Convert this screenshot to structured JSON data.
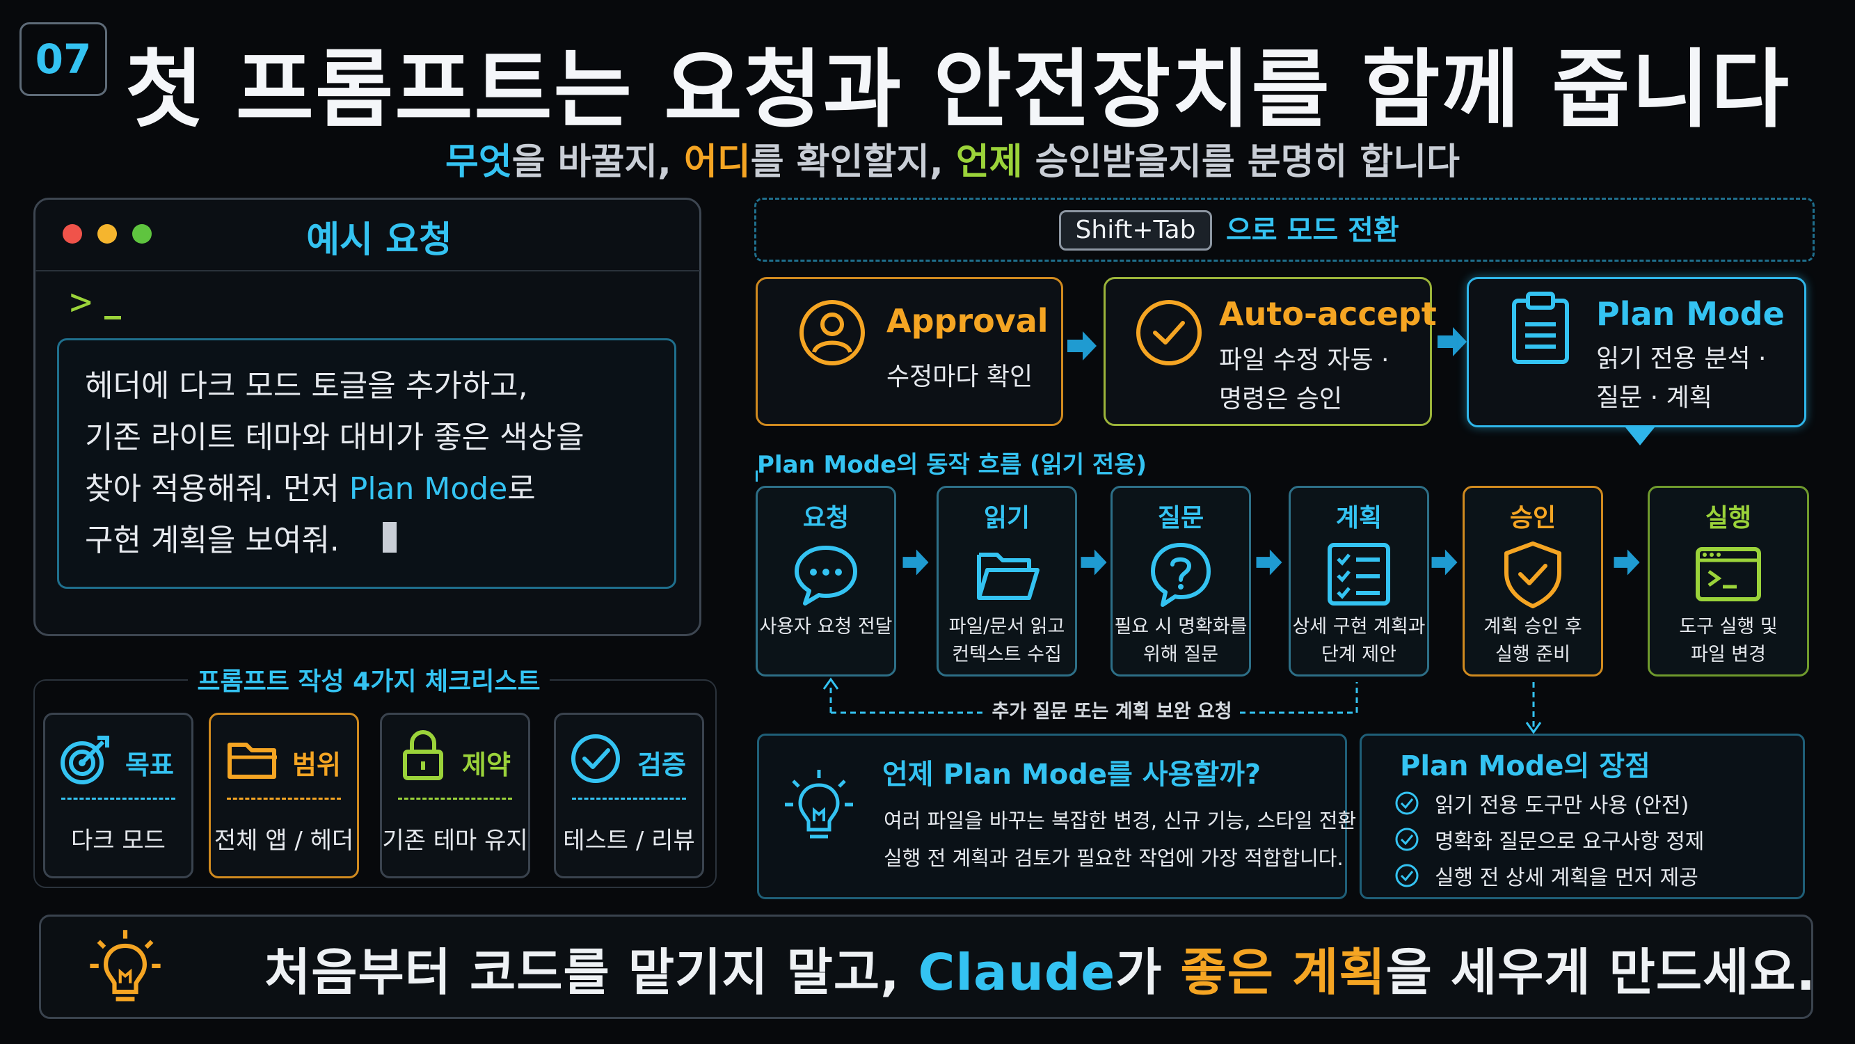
{
  "header": {
    "badge": "07",
    "title": "첫 프롬프트는 요청과 안전장치를 함께 줍니다",
    "subtitle": {
      "part1": "무엇",
      "part2": "을 바꿀지, ",
      "part3": "어디",
      "part4": "를 확인할지, ",
      "part5": "언제",
      "part6": " 승인받을지를 분명히 합니다"
    }
  },
  "terminal": {
    "title": "예시 요청",
    "prompt": ">_",
    "request_lines": [
      "헤더에 다크 모드 토글을 추가하고,",
      "기존 라이트 테마와 대비가 좋은 색상을",
      "찾아 적용해줘. 먼저 ",
      "Plan Mode",
      "로",
      "구현 계획을 보여줘."
    ]
  },
  "checklist": {
    "title": "프롬프트 작성 4가지 체크리스트",
    "items": [
      {
        "label": "목표",
        "value": "다크 모드",
        "icon": "target-icon"
      },
      {
        "label": "범위",
        "value": "전체 앱 / 헤더",
        "icon": "folder-icon"
      },
      {
        "label": "제약",
        "value": "기존 테마 유지",
        "icon": "lock-icon"
      },
      {
        "label": "검증",
        "value": "테스트 / 리뷰",
        "icon": "check-circle-icon"
      }
    ]
  },
  "mode_switch": {
    "key": "Shift+Tab",
    "label": "으로 모드 전환"
  },
  "modes": [
    {
      "title": "Approval",
      "desc1": "수정마다 확인",
      "desc2": "",
      "icon": "user-icon"
    },
    {
      "title": "Auto-accept",
      "desc1": "파일 수정 자동 ·",
      "desc2": "명령은 승인",
      "icon": "check-circle-icon"
    },
    {
      "title": "Plan Mode",
      "desc1": "읽기 전용 분석 ·",
      "desc2": "질문 · 계획",
      "icon": "clipboard-icon"
    }
  ],
  "flow": {
    "label": "Plan Mode의 동작 흐름 (읽기 전용)",
    "steps": [
      {
        "title": "요청",
        "desc1": "사용자 요청 전달",
        "desc2": "",
        "icon": "chat-bubble-icon"
      },
      {
        "title": "읽기",
        "desc1": "파일/문서 읽고",
        "desc2": "컨텍스트 수집",
        "icon": "open-folder-icon"
      },
      {
        "title": "질문",
        "desc1": "필요 시 명확화를",
        "desc2": "위해 질문",
        "icon": "question-icon"
      },
      {
        "title": "계획",
        "desc1": "상세 구현 계획과",
        "desc2": "단계 제안",
        "icon": "checklist-icon"
      },
      {
        "title": "승인",
        "desc1": "계획 승인 후",
        "desc2": "실행 준비",
        "icon": "shield-check-icon"
      },
      {
        "title": "실행",
        "desc1": "도구 실행 및",
        "desc2": "파일 변경",
        "icon": "terminal-window-icon"
      }
    ],
    "loop_label": "추가 질문 또는 계획 보완 요청"
  },
  "when": {
    "title": "언제 Plan Mode를 사용할까?",
    "line1": "여러 파일을 바꾸는 복잡한 변경, 신규 기능, 스타일 전환 등",
    "line2": "실행 전 계획과 검토가 필요한 작업에 가장 적합합니다."
  },
  "benefits": {
    "title": "Plan Mode의 장점",
    "items": [
      "읽기 전용 도구만 사용 (안전)",
      "명확화 질문으로 요구사항 정제",
      "실행 전 상세 계획을 먼저 제공"
    ]
  },
  "banner": {
    "part1": "처음부터 코드를 맡기지 말고, ",
    "part2": "Claude",
    "part3": "가 ",
    "part4": "좋은 계획",
    "part5": "을 세우게 만드세요."
  },
  "colors": {
    "cyan": "#34c3f2",
    "orange": "#f5a523",
    "green": "#9bd33a",
    "background": "#07090c"
  }
}
